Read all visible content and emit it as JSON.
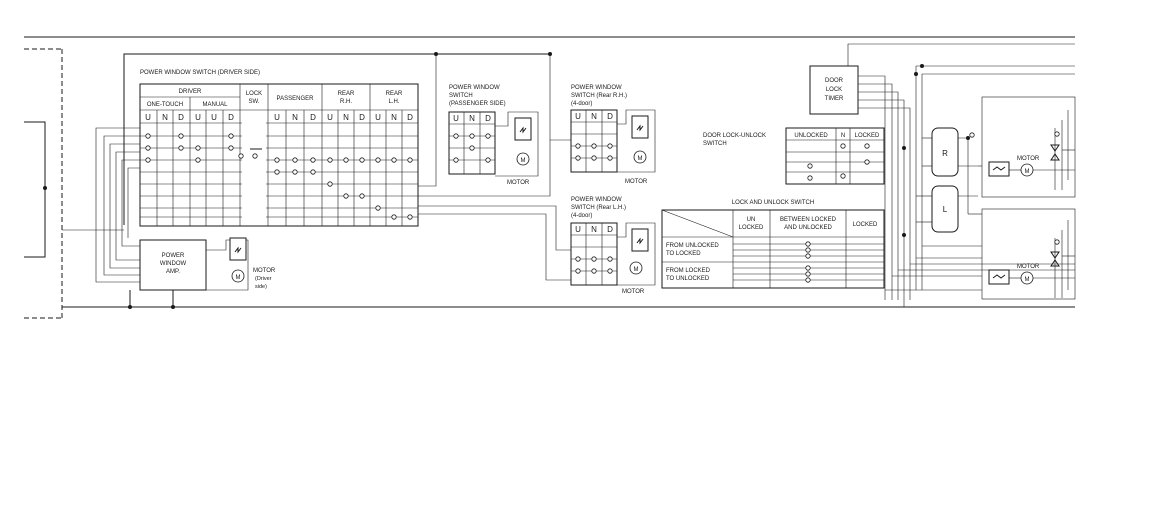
{
  "labels": {
    "driver_switch_title": "POWER WINDOW SWITCH (DRIVER SIDE)",
    "driver": "DRIVER",
    "one_touch": "ONE-TOUCH",
    "manual": "MANUAL",
    "lock_sw_1": "LOCK",
    "lock_sw_2": "SW.",
    "passenger": "PASSENGER",
    "rear_rh_1": "REAR",
    "rear_rh_2": "R.H.",
    "rear_lh_1": "REAR",
    "rear_lh_2": "L.H.",
    "pass_switch_1": "POWER WINDOW",
    "pass_switch_2": "SWITCH",
    "pass_switch_3": "(PASSENGER SIDE)",
    "rear_rh_switch_1": "POWER WINDOW",
    "rear_rh_switch_2": "SWITCH (Rear R.H.)",
    "rear_rh_switch_3": "(4-door)",
    "rear_lh_switch_1": "POWER WINDOW",
    "rear_lh_switch_2": "SWITCH (Rear L.H.)",
    "rear_lh_switch_3": "(4-door)",
    "motor": "MOTOR",
    "motor_driver_1": "MOTOR",
    "motor_driver_2": "(Driver",
    "motor_driver_3": "side)",
    "amp_1": "POWER",
    "amp_2": "WINDOW",
    "amp_3": "AMP.",
    "door_lock_switch_1": "DOOR LOCK-UNLOCK",
    "door_lock_switch_2": "SWITCH",
    "unlocked": "UNLOCKED",
    "n": "N",
    "locked": "LOCKED",
    "timer_1": "DOOR",
    "timer_2": "LOCK",
    "timer_3": "TIMER",
    "lock_unlock_title": "LOCK AND UNLOCK SWITCH",
    "un_locked_1": "UN",
    "un_locked_2": "LOCKED",
    "between_1": "BETWEEN LOCKED",
    "between_2": "AND UNLOCKED",
    "locked_col": "LOCKED",
    "from_unlocked_1": "FROM UNLOCKED",
    "from_unlocked_2": "TO LOCKED",
    "from_locked_1": "FROM LOCKED",
    "from_locked_2": "TO UNLOCKED",
    "relay_r": "R",
    "relay_l": "L",
    "und": [
      "U",
      "N",
      "D"
    ],
    "ud": [
      "U",
      "D"
    ]
  }
}
